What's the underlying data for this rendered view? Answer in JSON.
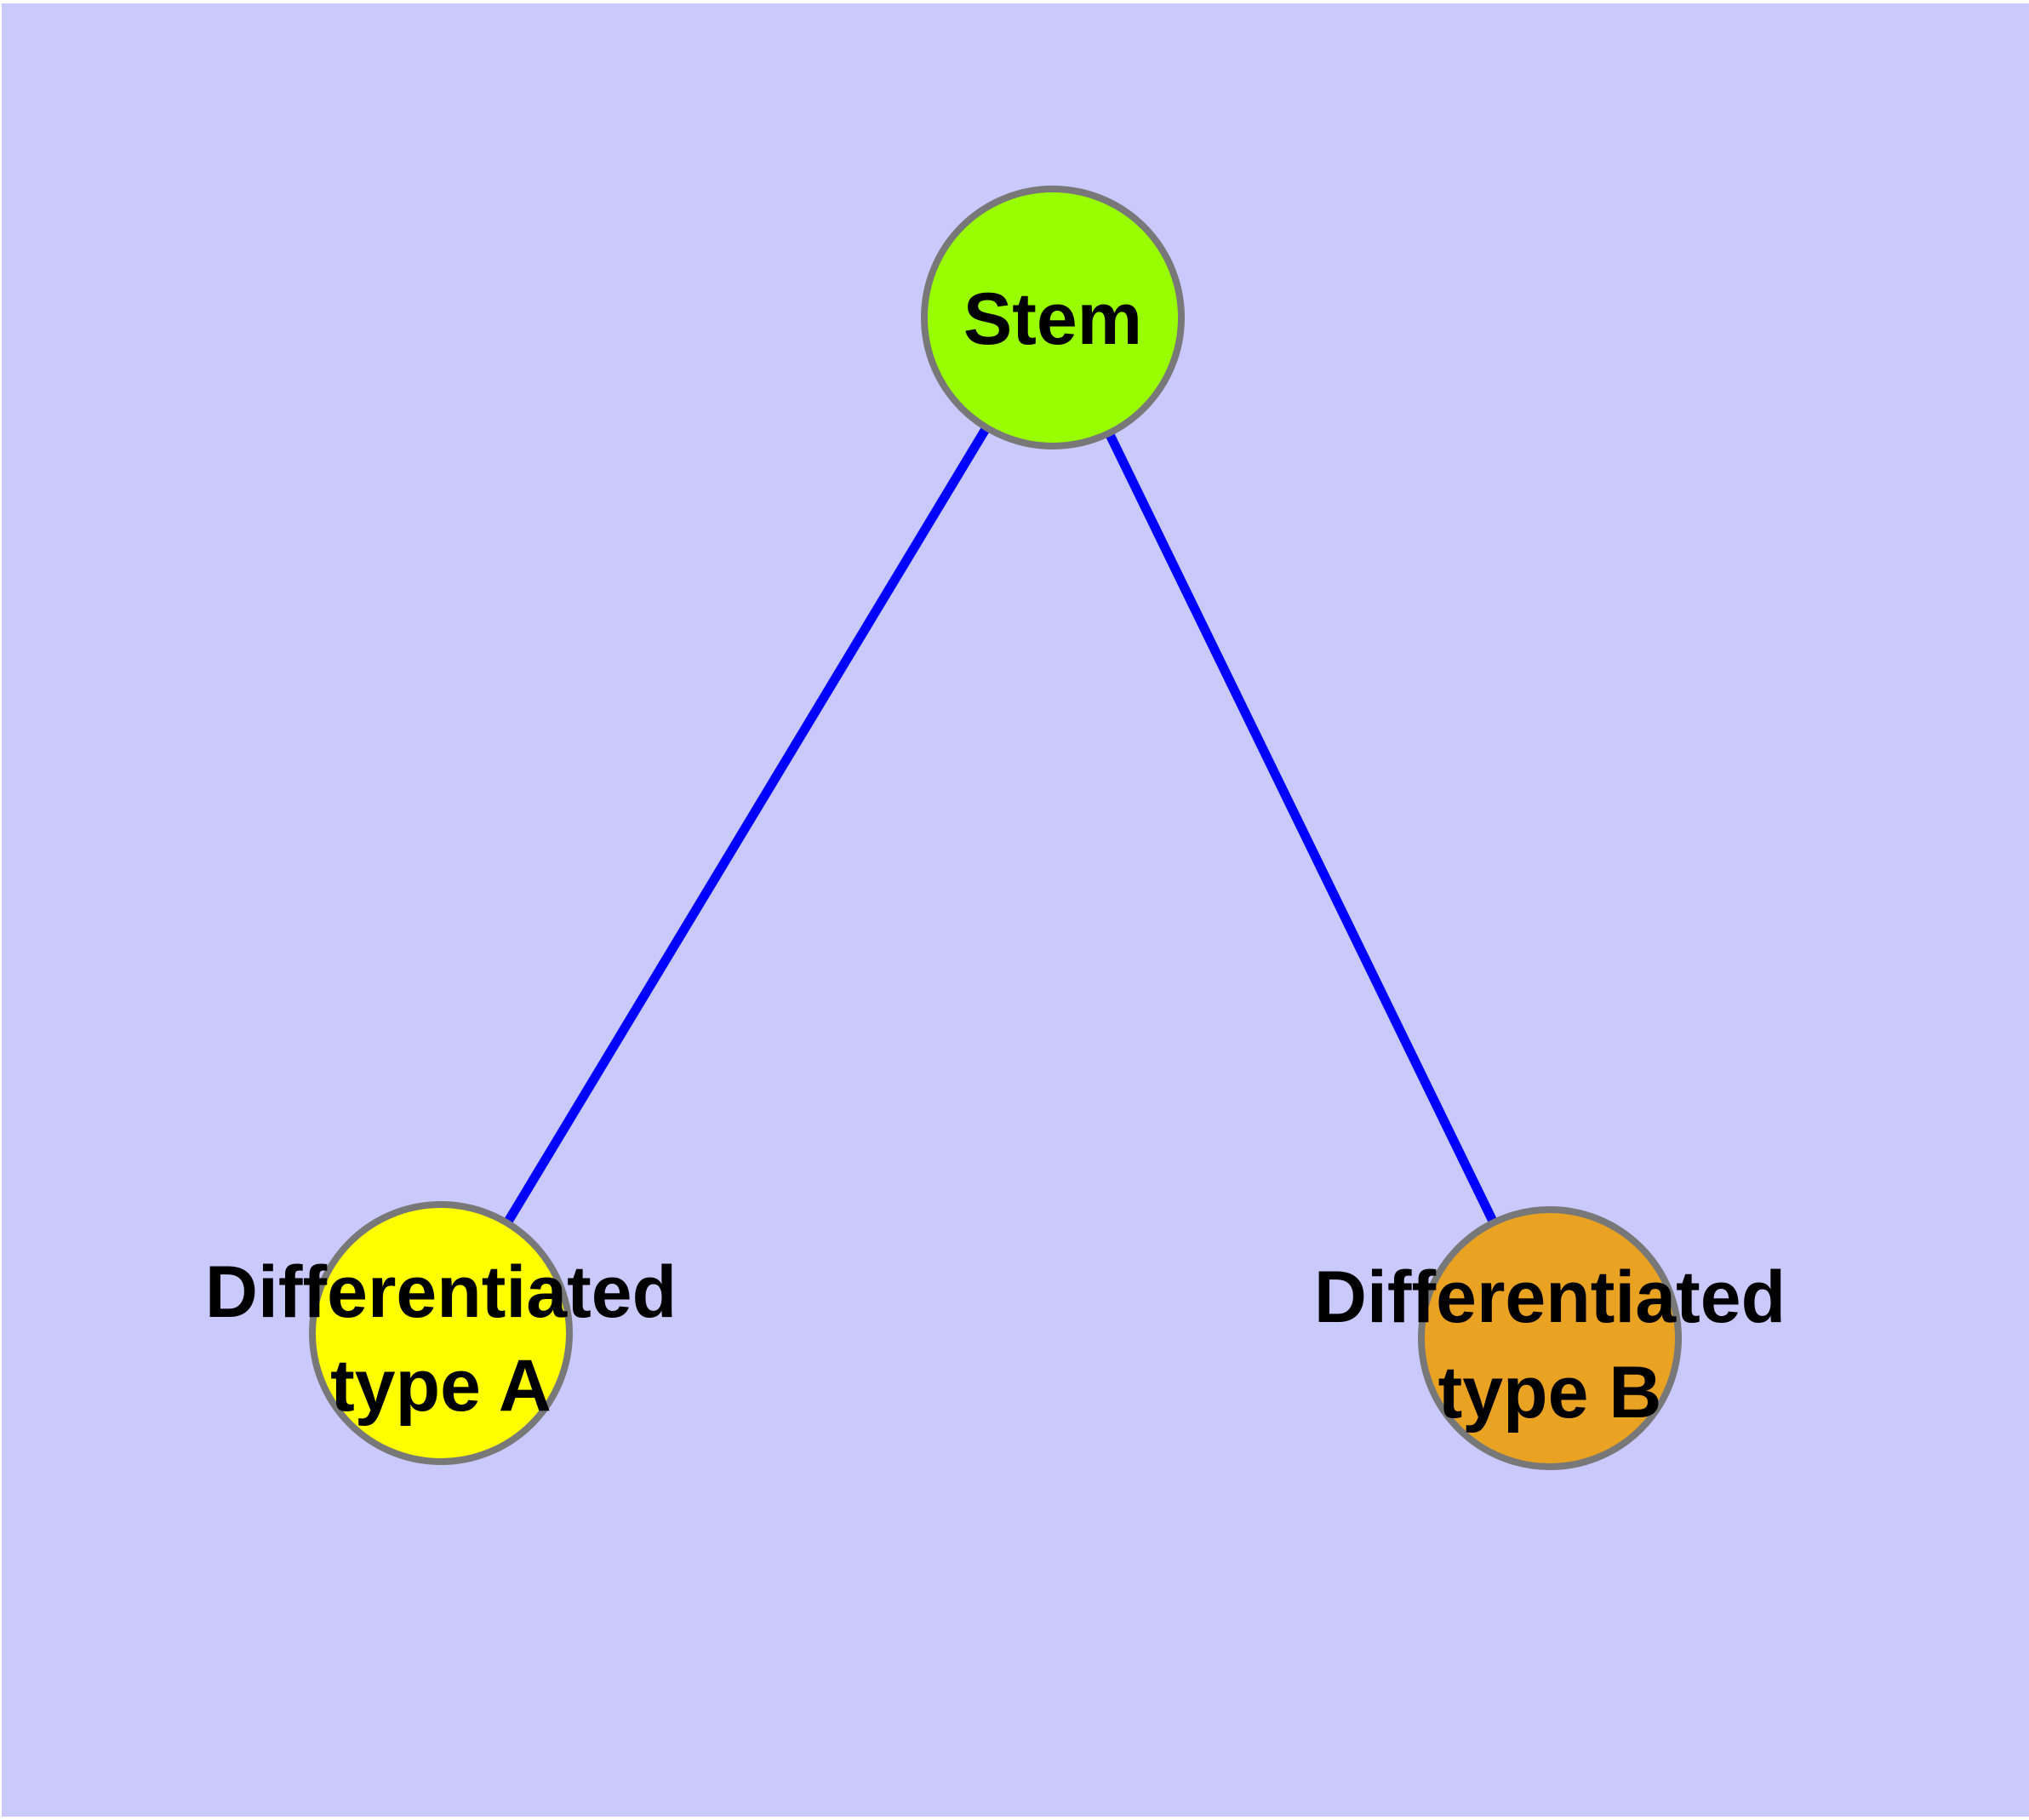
{
  "figure": {
    "background_color": "#C9C9FC",
    "page_background_color": "#FFFFFF",
    "text_color": "#000000"
  },
  "graph": {
    "type": "node-link-diagram",
    "edge_color": "#0000FF",
    "node_border_color": "#787878",
    "nodes": [
      {
        "id": "stem",
        "label": "Stem",
        "color": "#99FF00"
      },
      {
        "id": "differentiated-type-a",
        "label": "Differentiated type A",
        "label_line1": "Differentiated",
        "label_line2": "type A",
        "color": "#FFFF00"
      },
      {
        "id": "differentiated-type-b",
        "label": "Differentiated type B",
        "label_line1": "Differentiated",
        "label_line2": "type B",
        "color": "#E9A222"
      }
    ],
    "edges": [
      {
        "from": "Stem",
        "to": "Differentiated type A"
      },
      {
        "from": "Stem",
        "to": "Differentiated type B"
      }
    ]
  }
}
